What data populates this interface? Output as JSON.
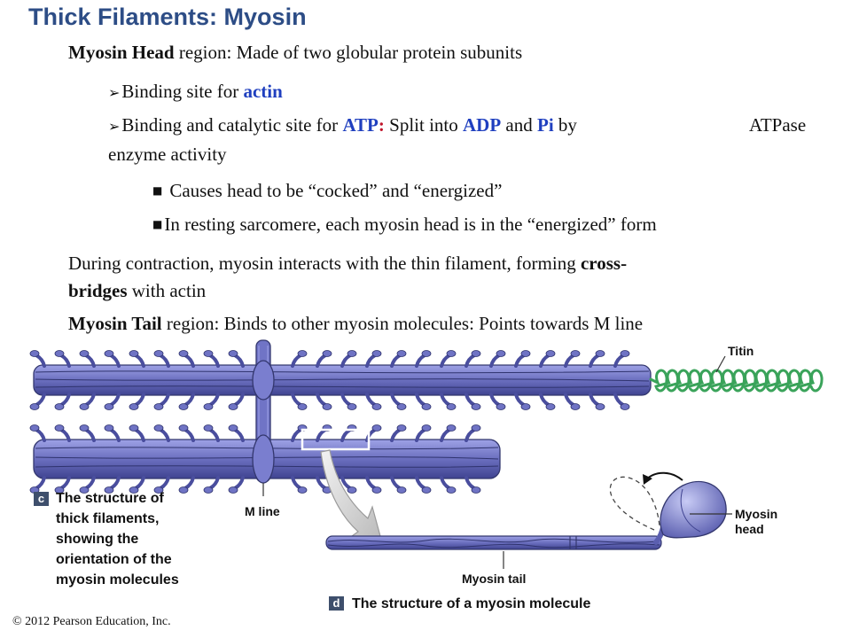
{
  "title": "Thick Filaments: Myosin",
  "bullets": {
    "head": {
      "bold": "Myosin Head",
      "rest": " region: Made of two globular protein subunits"
    },
    "actin": {
      "pre": "Binding site for ",
      "kw": "actin"
    },
    "atp": {
      "pre": "Binding and catalytic site for ",
      "kw_atp": "ATP",
      "colon": ":",
      "mid": " Split into ",
      "kw_adp": "ADP",
      "and": " and ",
      "kw_pi": "Pi",
      "by": " by",
      "atpase": "ATPase",
      "line2": "enzyme activity"
    },
    "cocked": "Causes head to be “cocked” and “energized”",
    "resting": "In resting sarcomere, each myosin head is in the “energized” form",
    "contraction": {
      "line1_pre": "During contraction, myosin interacts with the thin filament, forming ",
      "line1_bold": "cross-",
      "line2_bold": "bridges",
      "line2_rest": " with actin"
    },
    "tail": {
      "bold": "Myosin Tail",
      "rest": " region: Binds to other myosin molecules: Points towards M line"
    }
  },
  "figure": {
    "labels": {
      "titin": "Titin",
      "m_line": "M line",
      "myosin_head": "Myosin\nhead",
      "myosin_tail": "Myosin tail"
    },
    "caption_c": {
      "badge": "c",
      "text": "The structure of\nthick filaments,\nshowing the\norientation of the\nmyosin molecules"
    },
    "caption_d": {
      "badge": "d",
      "text": "The structure of a myosin molecule"
    }
  },
  "copyright": "© 2012 Pearson Education, Inc.",
  "colors": {
    "title": "#2d4d86",
    "keyword_blue": "#1f3fbf",
    "keyword_red": "#c0142a",
    "filament": "#6b6fbf",
    "titin": "#3aa35a",
    "badge": "#3e4f6c"
  }
}
